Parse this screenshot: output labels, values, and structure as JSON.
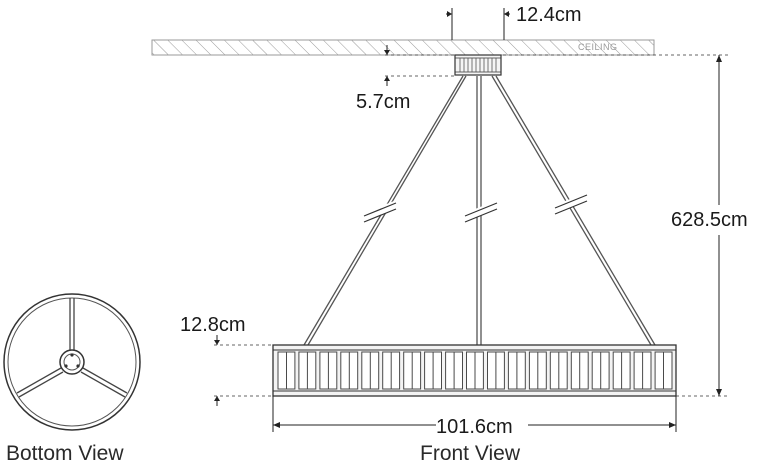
{
  "ceiling": {
    "label": "CEILING"
  },
  "dimensions": {
    "canopy_width": "12.4cm",
    "canopy_height": "5.7cm",
    "overall_height": "628.5cm",
    "ring_height": "12.8cm",
    "ring_diameter": "101.6cm"
  },
  "views": {
    "bottom": "Bottom View",
    "front": "Front View"
  },
  "colors": {
    "line": "#333333",
    "ring_fill": "#f3f3f3",
    "hatch": "#9a9a9a"
  }
}
